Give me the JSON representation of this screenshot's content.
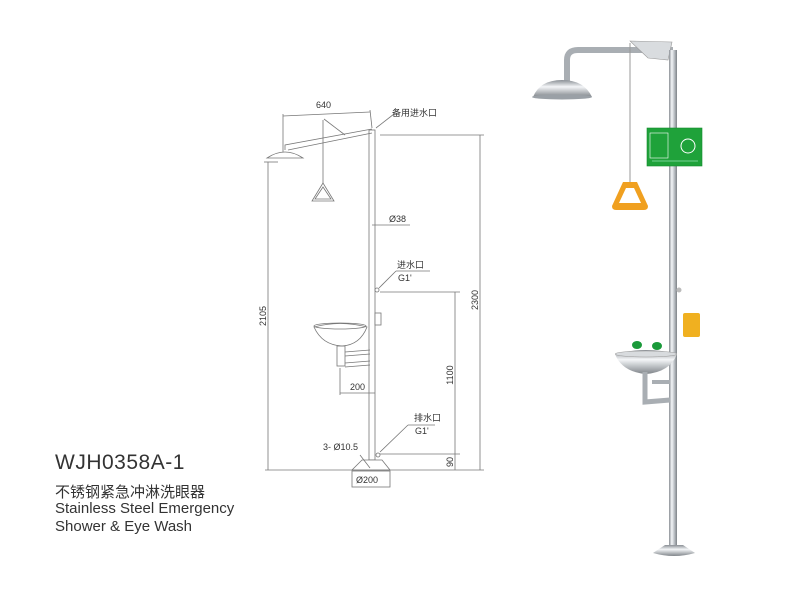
{
  "product": {
    "model": "WJH0358A-1",
    "name_cn": "不锈钢紧急冲淋洗眼器",
    "name_en_line1": "Stainless Steel Emergency",
    "name_en_line2": "Shower & Eye Wash"
  },
  "drawing": {
    "arm_length": "640",
    "spare_inlet": "备用进水口",
    "pipe_diameter": "Ø38",
    "inlet_label": "进水口",
    "inlet_thread": "G1'",
    "drain_label": "排水口",
    "drain_thread": "G1'",
    "shower_height": "2105",
    "total_height": "2300",
    "inlet_height": "1100",
    "drain_height": "90",
    "bowl_offset": "200",
    "bolt_holes": "3- Ø10.5",
    "base_diameter": "Ø200"
  },
  "colors": {
    "sign_green": "#1fa23a",
    "handle_orange": "#f0a020",
    "steel": "#c8ccd0",
    "line": "#777777"
  }
}
